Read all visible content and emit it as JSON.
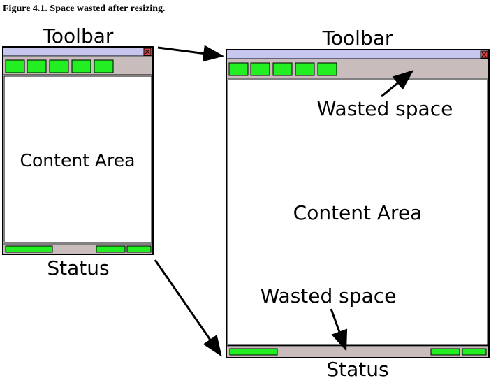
{
  "caption": "Figure 4.1. Space wasted after resizing.",
  "labels": {
    "toolbar": "Toolbar",
    "content_area": "Content Area",
    "status": "Status",
    "wasted_space": "Wasted space"
  },
  "colors": {
    "title_bar": "#c7c6ee",
    "panel": "#c8bcbc",
    "button": "#22ee22",
    "close": "#e04848"
  }
}
